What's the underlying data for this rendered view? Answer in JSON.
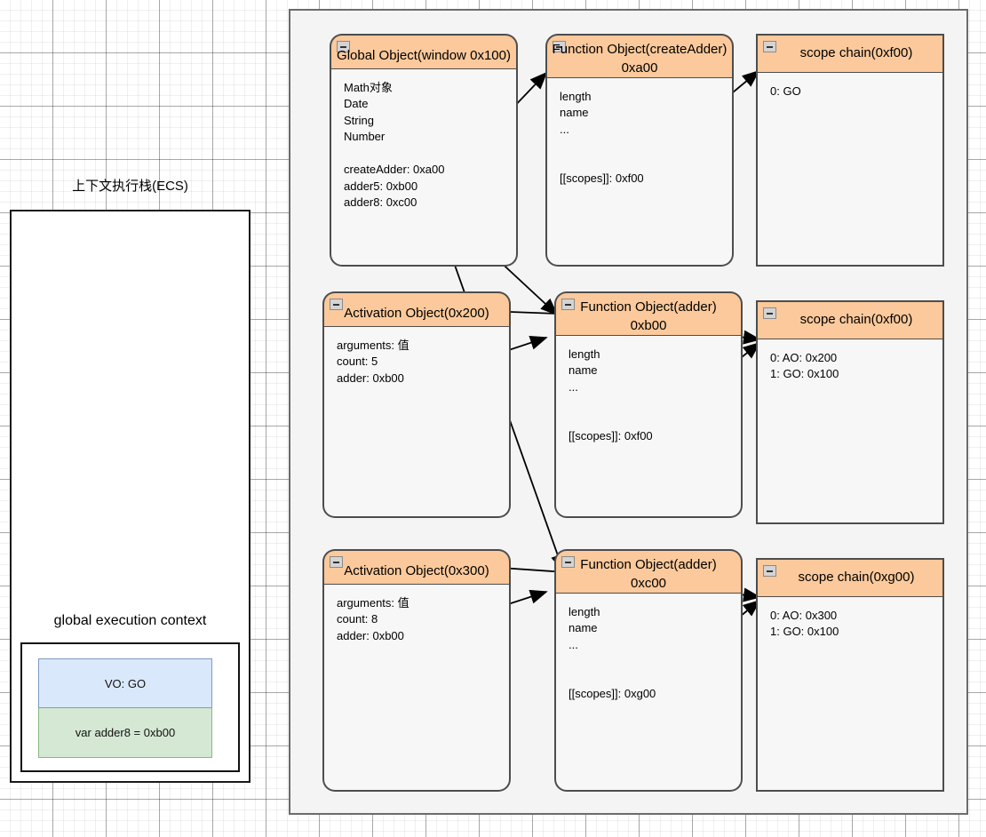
{
  "left_panel": {
    "stack_title": "上下文执行栈(ECS)",
    "context_label": "global execution context",
    "cells": [
      {
        "name": "vo-cell",
        "text": "VO: GO",
        "color": "#dae8fc"
      },
      {
        "name": "var-cell",
        "text": "var adder8 = 0xb00",
        "color": "#d5e8d4"
      }
    ]
  },
  "diagram": {
    "accent_header_color": "#fbc99b",
    "border_color": "#4d4d4d",
    "nodes": [
      {
        "id": "global-object",
        "title": "Global Object(window 0x100)",
        "title_lines": [
          "Global Object(window 0x100)"
        ],
        "body": "Math对象\nDate\nString\nNumber\n\ncreateAdder: 0xa00\nadder5: 0xb00\nadder8: 0xc00",
        "shape": "rounded"
      },
      {
        "id": "function-object-createadder",
        "title": "Function Object(createAdder) 0xa00",
        "title_lines": [
          "Function Object(createAdder)",
          "0xa00"
        ],
        "body": "length\nname\n...\n\n\n[[scopes]]: 0xf00",
        "shape": "rounded"
      },
      {
        "id": "scope-chain-f00-top",
        "title": "scope chain(0xf00)",
        "title_lines": [
          "scope chain(0xf00)"
        ],
        "body": "0: GO",
        "shape": "square"
      },
      {
        "id": "activation-object-200",
        "title": "Activation Object(0x200)",
        "title_lines": [
          "Activation Object(0x200)"
        ],
        "body": "arguments: 值\ncount: 5\nadder: 0xb00",
        "shape": "rounded"
      },
      {
        "id": "function-object-adder-b00",
        "title": "Function Object(adder) 0xb00",
        "title_lines": [
          "Function Object(adder)",
          "0xb00"
        ],
        "body": "length\nname\n...\n\n\n[[scopes]]: 0xf00",
        "shape": "rounded"
      },
      {
        "id": "scope-chain-f00-mid",
        "title": "scope chain(0xf00)",
        "title_lines": [
          "scope chain(0xf00)"
        ],
        "body": "0: AO: 0x200\n1: GO: 0x100",
        "shape": "square"
      },
      {
        "id": "activation-object-300",
        "title": "Activation Object(0x300)",
        "title_lines": [
          "Activation Object(0x300)"
        ],
        "body": "arguments: 值\ncount: 8\nadder: 0xb00",
        "shape": "rounded"
      },
      {
        "id": "function-object-adder-c00",
        "title": "Function Object(adder) 0xc00",
        "title_lines": [
          "Function Object(adder)",
          "0xc00"
        ],
        "body": "length\nname\n...\n\n\n[[scopes]]: 0xg00",
        "shape": "rounded"
      },
      {
        "id": "scope-chain-g00",
        "title": "scope chain(0xg00)",
        "title_lines": [
          "scope chain(0xg00)"
        ],
        "body": "0: AO: 0x300\n1: GO: 0x100",
        "shape": "square"
      }
    ],
    "collapse_icon": "minus-icon"
  }
}
